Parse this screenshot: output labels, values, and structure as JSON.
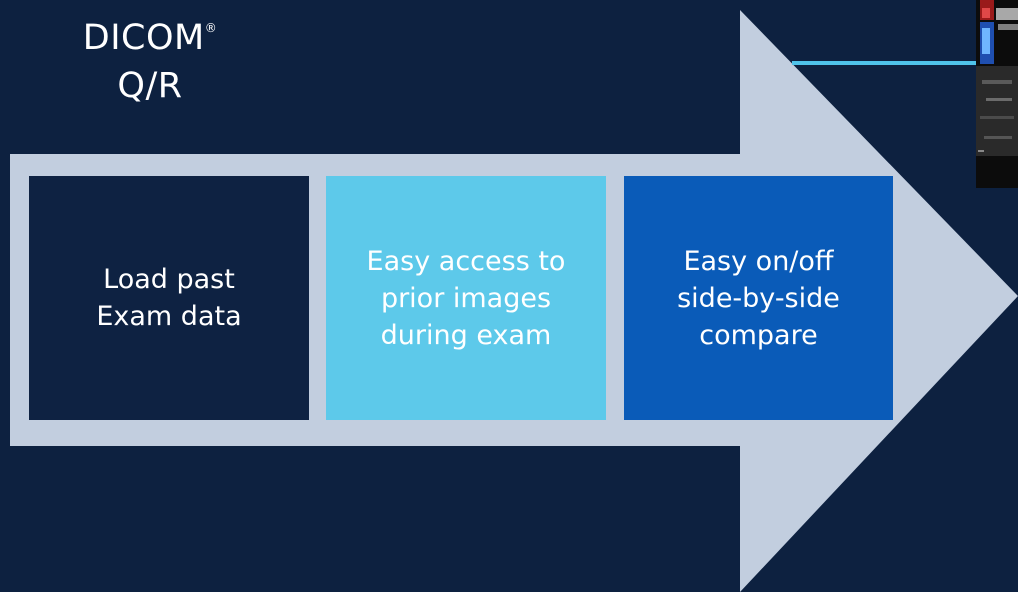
{
  "title": {
    "line1": "DICOM",
    "registered_mark": "®",
    "line2": "Q/R"
  },
  "steps": [
    {
      "label": "Load past\nExam data"
    },
    {
      "label": "Easy access to\nprior images\nduring exam"
    },
    {
      "label": "Easy on/off\nside-by-side\ncompare"
    }
  ],
  "colors": {
    "background": "#0d2140",
    "arrow": "#c2cedf",
    "step1": "#0e2242",
    "step2": "#5dc9ea",
    "step3": "#0a5bb8",
    "connector": "#4fc3ea"
  },
  "thumbnail": {
    "icon": "ultrasound-image-thumbnail"
  }
}
